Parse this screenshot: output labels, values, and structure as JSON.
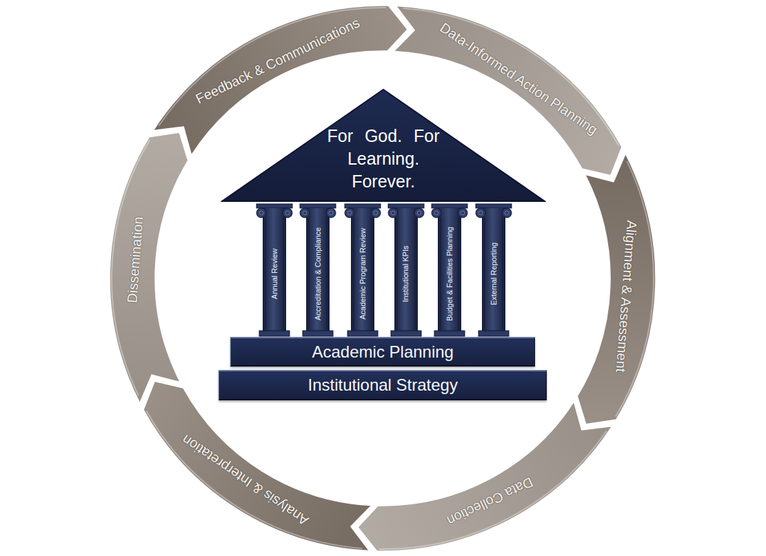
{
  "diagram": {
    "nodes": [
      {
        "text": [
          "Feedback & Communications"
        ]
      },
      {
        "text": [
          "Data-Informed Action Planning"
        ]
      },
      {
        "text": [
          "Alignment & Assessment"
        ]
      },
      {
        "text": [
          "Data Collection"
        ]
      },
      {
        "text": [
          "Analysis & Interpretation"
        ]
      },
      {
        "text": [
          "Dissemination"
        ]
      },
      {
        "text": [
          "For God. For Learning. Forever."
        ]
      },
      {
        "text": [
          "Annual Review"
        ]
      },
      {
        "text": [
          "Accreditation & Compliance"
        ]
      },
      {
        "text": [
          "Academic Program Review"
        ]
      },
      {
        "text": [
          "Institutional KPIs"
        ]
      },
      {
        "text": [
          "Budget & Facilities Planning"
        ]
      },
      {
        "text": [
          "External Reporting"
        ]
      },
      {
        "text": [
          "Academic Planning"
        ]
      },
      {
        "text": [
          "Institutional Strategy"
        ]
      }
    ]
  }
}
